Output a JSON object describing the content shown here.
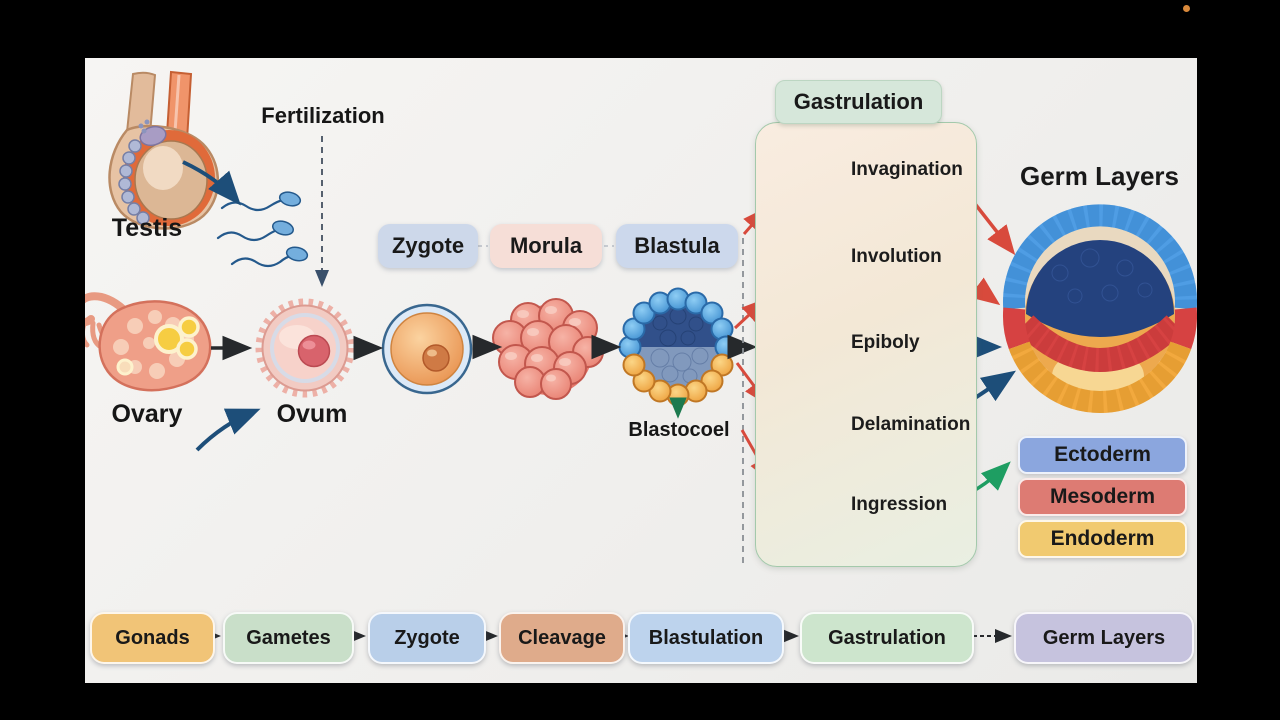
{
  "scene": {
    "description": "Embryonic development diagram video frame",
    "recording_dot_color": "#d9893b",
    "canvas_bg": "#f2f1ef",
    "letterbox_color": "#000000"
  },
  "palette": {
    "arrow_black": "#26292c",
    "arrow_blue": "#1d4e79",
    "arrow_red": "#d84a3c",
    "arrow_green": "#1e9e62",
    "dashed_guide": "#8a8f94"
  },
  "top_flow": {
    "fertilization": "Fertilization",
    "testis": "Testis",
    "ovary": "Ovary",
    "ovum": "Ovum",
    "blastocoel": "Blastocoel",
    "stages": [
      {
        "label": "Zygote",
        "bg": "#cdd8ea"
      },
      {
        "label": "Morula",
        "bg": "#f6ded7"
      },
      {
        "label": "Blastula",
        "bg": "#ccd8ec"
      }
    ]
  },
  "gastrulation": {
    "title": "Gastrulation",
    "items": [
      {
        "label": "Invagination"
      },
      {
        "label": "Involution"
      },
      {
        "label": "Epiboly"
      },
      {
        "label": "Delamination"
      },
      {
        "label": "Ingression"
      }
    ]
  },
  "germ_layers": {
    "title": "Germ Layers",
    "legend": [
      {
        "label": "Ectoderm",
        "bg": "#8ba6de"
      },
      {
        "label": "Mesoderm",
        "bg": "#dd7b73"
      },
      {
        "label": "Endoderm",
        "bg": "#f1ca70"
      }
    ]
  },
  "bottom_flow": [
    {
      "label": "Gonads",
      "bg": "#f1c477"
    },
    {
      "label": "Gametes",
      "bg": "#c9dfc9"
    },
    {
      "label": "Zygote",
      "bg": "#b9cfe9"
    },
    {
      "label": "Cleavage",
      "bg": "#dfab8b"
    },
    {
      "label": "Blastulation",
      "bg": "#bdd3ed"
    },
    {
      "label": "Gastrulation",
      "bg": "#cde5cd"
    },
    {
      "label": "Germ Layers",
      "bg": "#c6c3de"
    }
  ]
}
